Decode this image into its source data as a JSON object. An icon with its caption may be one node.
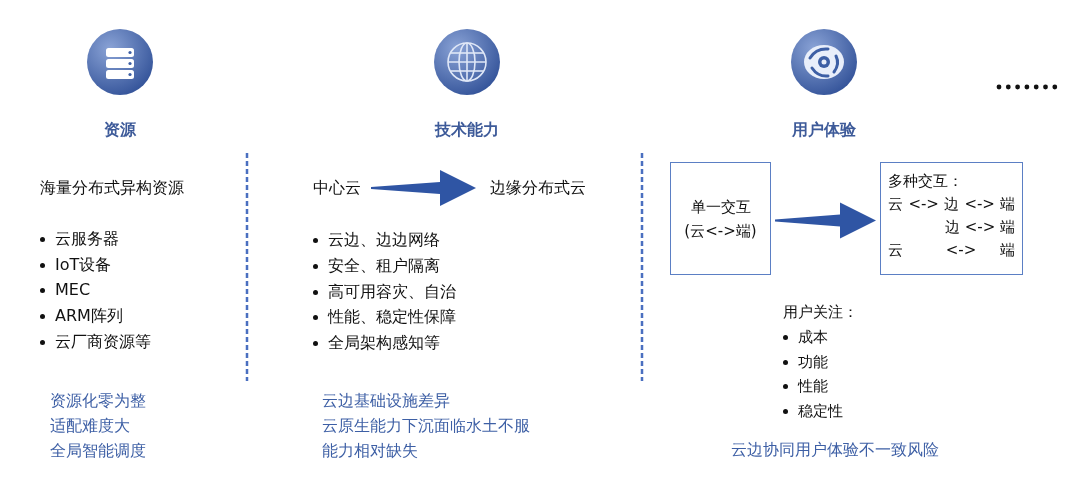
{
  "diagram": {
    "nodes": [
      {
        "text": [
          "中心云"
        ]
      },
      {
        "text": [
          "边缘分布式云"
        ]
      },
      {
        "text": [
          "单一交互",
          "(云<->端)"
        ]
      },
      {
        "text": [
          "多种交互：",
          "云 <-> 边 <-> 端",
          "边 <-> 端",
          "云 <-> 端"
        ]
      }
    ],
    "edges": [
      {
        "from": 0,
        "to": 1,
        "arrow": "to",
        "style": "thick"
      },
      {
        "from": 2,
        "to": 3,
        "arrow": "to",
        "style": "thick"
      }
    ],
    "labels": [
      "资源",
      "技术能力",
      "用户体验",
      "海量分布式异构资源",
      "云服务器",
      "IoT设备",
      "MEC",
      "ARM阵列",
      "云厂商资源等",
      "云边、边边网络",
      "安全、租户隔离",
      "高可用容灾、自治",
      "性能、稳定性保障",
      "全局架构感知等",
      "用户关注：",
      "成本",
      "功能",
      "性能",
      "稳定性",
      "资源化零为整",
      "适配难度大",
      "全局智能调度",
      "云边基础设施差异",
      "云原生能力下沉面临水土不服",
      "能力相对缺失",
      "云边协同用户体验不一致风险"
    ]
  }
}
